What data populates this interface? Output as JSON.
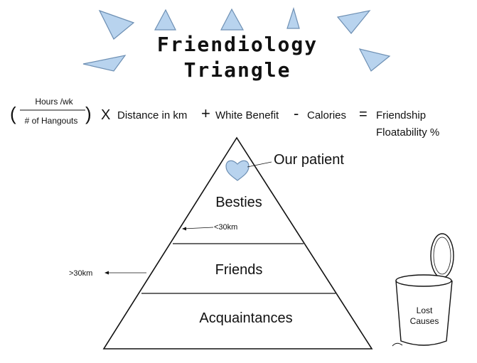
{
  "title": {
    "line1": "Friendiology",
    "line2": "Triangle"
  },
  "formula": {
    "open_paren": "(",
    "numerator": "Hours /wk",
    "denominator": "# of Hangouts",
    "close_paren": ")",
    "times": "X",
    "term1": "Distance in km",
    "plus": "+",
    "term2": "White Benefit",
    "minus": "-",
    "term3": "Calories",
    "equals": "=",
    "result_line1": "Friendship",
    "result_line2": "Floatability %"
  },
  "pyramid": {
    "patient_label": "Our patient",
    "tiers": [
      "Besties",
      "Friends",
      "Acquaintances"
    ],
    "inner_distance": "<30km",
    "outer_distance": ">30km"
  },
  "trash_can": {
    "label_line1": "Lost",
    "label_line2": "Causes"
  },
  "colors": {
    "accent_fill": "#b8d3ee",
    "accent_stroke": "#6d8fb3",
    "line": "#111111"
  }
}
